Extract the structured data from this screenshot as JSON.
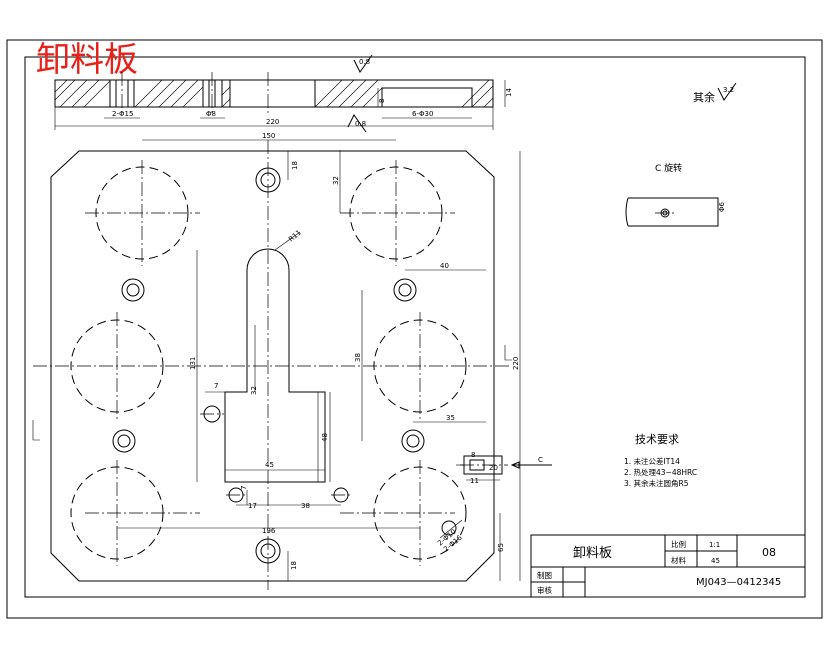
{
  "title_watermark": "卸料板",
  "section_view": {
    "roughness_top": "0.8",
    "roughness_bottom": "0.8",
    "dims": {
      "overall_length": "220",
      "thickness": "14",
      "holes_left": "2-Φ15",
      "hole_mid": "Φ8",
      "slot_depth": "8",
      "slot_width": "6-Φ30"
    }
  },
  "other_roughness": {
    "label": "其余",
    "value": "3.2"
  },
  "c_rotated": {
    "label": "C 旋转",
    "dim": "Φ6"
  },
  "plan_view": {
    "dims": {
      "top_span": "150",
      "top_offset": "18",
      "top_right_small": "32",
      "overall_width": "220",
      "radius": "R11",
      "right_offset": "40",
      "slot_height": "131",
      "mid_dim_a": "38",
      "mid_dim_b": "32",
      "left_small": "7",
      "right_mid": "35",
      "lower_height": "48",
      "slot_bottom": "45",
      "bottom_small": "7",
      "bottom_left": "17",
      "bottom_mid": "38",
      "bottom_span": "196",
      "bottom_right_h": "65",
      "bottom_center_h": "18",
      "hole_callout_1": "2-Φ10",
      "hole_callout_2": "2-Φ16",
      "side_label": "C",
      "side_small_1": "8",
      "side_small_2": "11",
      "side_small_3": "20"
    }
  },
  "tech_requirements": {
    "title": "技术要求",
    "items": [
      "1. 未注公差IT14",
      "2. 热处理43~48HRC",
      "3. 其余未注圆角R5"
    ]
  },
  "title_block": {
    "part_name": "卸料板",
    "scale_label": "比例",
    "scale_value": "1:1",
    "material_label": "材料",
    "material_value": "45",
    "sheet_number": "08",
    "drawn_label": "制图",
    "checked_label": "审核",
    "drawing_number": "MJ043—0412345"
  }
}
